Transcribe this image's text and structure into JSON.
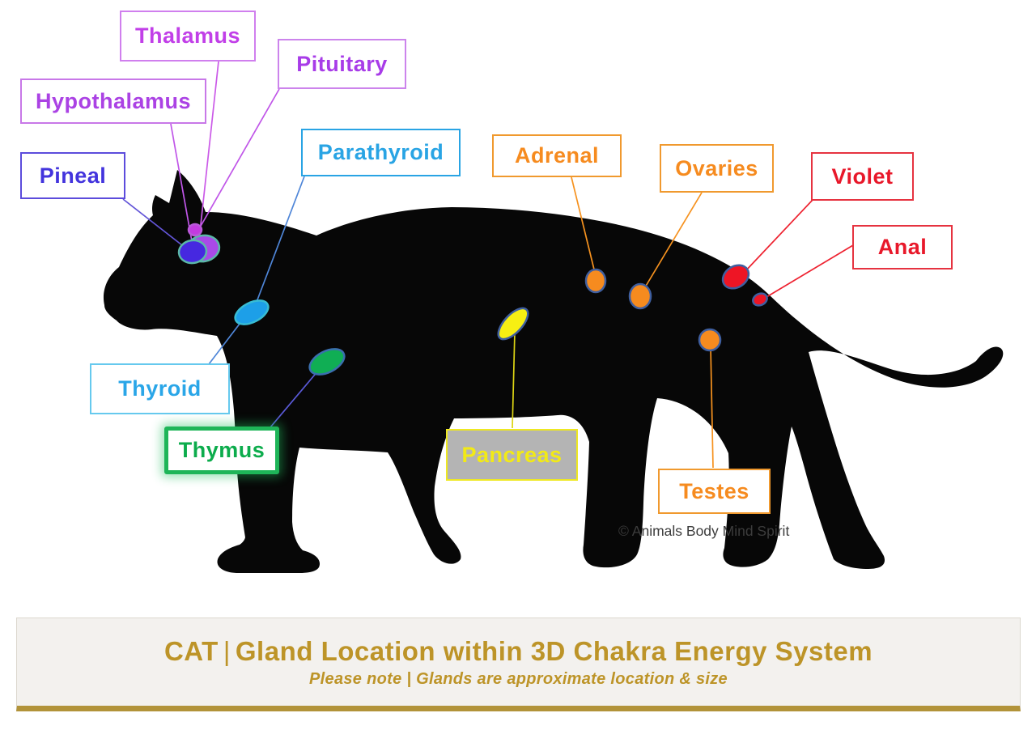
{
  "page": {
    "background": "#ffffff"
  },
  "title_bar": {
    "animal": "CAT",
    "separator": "|",
    "heading": "Gland Location within 3D Chakra Energy System",
    "subtitle": "Please note | Glands are approximate location & size",
    "text_color": "#bd9428",
    "bar_bg": "#f3f1ee",
    "accent_color": "#b29339"
  },
  "copyright": "© Animals Body Mind Spirit",
  "cat": {
    "color": "#070707"
  },
  "labels": [
    {
      "id": "thalamus",
      "text": "Thalamus",
      "text_color": "#c13fe8",
      "border_color": "#d07fee",
      "line_color": "#cb5ae8",
      "bg": "#ffffff"
    },
    {
      "id": "pituitary",
      "text": "Pituitary",
      "text_color": "#a83ce8",
      "border_color": "#cc84ec",
      "line_color": "#c056e8",
      "bg": "#ffffff"
    },
    {
      "id": "hypothalamus",
      "text": "Hypothalamus",
      "text_color": "#ab42e4",
      "border_color": "#c878e8",
      "line_color": "#c056e8",
      "bg": "#ffffff"
    },
    {
      "id": "pineal",
      "text": "Pineal",
      "text_color": "#4334dd",
      "border_color": "#5c4cdc",
      "line_color": "#6355d8",
      "bg": "#ffffff"
    },
    {
      "id": "parathyroid",
      "text": "Parathyroid",
      "text_color": "#29a4e4",
      "border_color": "#29a4e4",
      "line_color": "#4f86d8",
      "bg": "#ffffff"
    },
    {
      "id": "thyroid",
      "text": "Thyroid",
      "text_color": "#2aa6e8",
      "border_color": "#66c9ee",
      "line_color": "#4f86d8",
      "bg": "#ffffff"
    },
    {
      "id": "thymus",
      "text": "Thymus",
      "text_color": "#0cac4c",
      "border_color": "#1eb558",
      "line_color": "#5a5ad8",
      "bg": "#ffffff"
    },
    {
      "id": "adrenal",
      "text": "Adrenal",
      "text_color": "#f68b1f",
      "border_color": "#f0992e",
      "line_color": "#f6921f",
      "bg": "#ffffff"
    },
    {
      "id": "ovaries",
      "text": "Ovaries",
      "text_color": "#f68b1f",
      "border_color": "#f0992e",
      "line_color": "#f6921f",
      "bg": "#ffffff"
    },
    {
      "id": "violet",
      "text": "Violet",
      "text_color": "#e8182a",
      "border_color": "#e63340",
      "line_color": "#ee2230",
      "bg": "#ffffff"
    },
    {
      "id": "anal",
      "text": "Anal",
      "text_color": "#e8182a",
      "border_color": "#e63340",
      "line_color": "#ee2230",
      "bg": "#ffffff"
    },
    {
      "id": "pancreas",
      "text": "Pancreas",
      "text_color": "#f2ea16",
      "border_color": "#eee822",
      "line_color": "#dcd414",
      "bg": "#b4b4b4"
    },
    {
      "id": "testes",
      "text": "Testes",
      "text_color": "#f68b1f",
      "border_color": "#f0992e",
      "line_color": "#f6921f",
      "bg": "#ffffff"
    }
  ],
  "glands": [
    {
      "name": "pituitary-gland",
      "fill": "#c33be0",
      "stroke": "#b95ad8"
    },
    {
      "name": "thalamus-gland",
      "fill": "#a94ae8",
      "stroke": "#5bb8a8"
    },
    {
      "name": "pineal-gland",
      "fill": "#4628e0",
      "stroke": "#5bb8a8"
    },
    {
      "name": "thyroid-gland",
      "fill": "#1d9fe8",
      "stroke": "#38bcd4"
    },
    {
      "name": "thymus-gland",
      "fill": "#10ae54",
      "stroke": "#3a6fae"
    },
    {
      "name": "pancreas-gland",
      "fill": "#f7ef13",
      "stroke": "#3f5fa0"
    },
    {
      "name": "adrenal-gland",
      "fill": "#f68b1f",
      "stroke": "#3f5fa0"
    },
    {
      "name": "ovaries-gland",
      "fill": "#f68b1f",
      "stroke": "#3f5fa0"
    },
    {
      "name": "testes-gland",
      "fill": "#f68b1f",
      "stroke": "#3f5fa0"
    },
    {
      "name": "violet-gland",
      "fill": "#ee1525",
      "stroke": "#3f5fa0"
    },
    {
      "name": "anal-gland",
      "fill": "#ee1525",
      "stroke": "#3f5fa0"
    }
  ]
}
